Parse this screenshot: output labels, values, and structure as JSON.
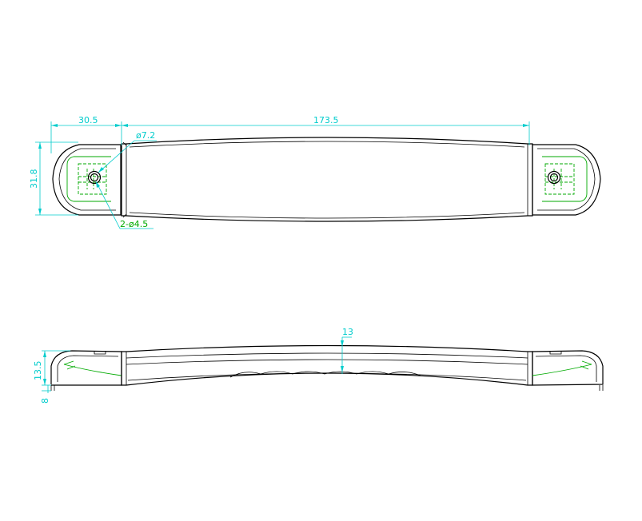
{
  "dimensions": {
    "end_length": "30.5",
    "body_length": "173.5",
    "height_top_view": "31.8",
    "hole_counterbore": "ø7.2",
    "hole_through": "2-ø4.5",
    "height_side_view": "13.5",
    "grip_height": "13",
    "foot_height": "8"
  },
  "colors": {
    "outline": "#000000",
    "dimension": "#00cccc",
    "hidden_detail": "#00aa00"
  }
}
